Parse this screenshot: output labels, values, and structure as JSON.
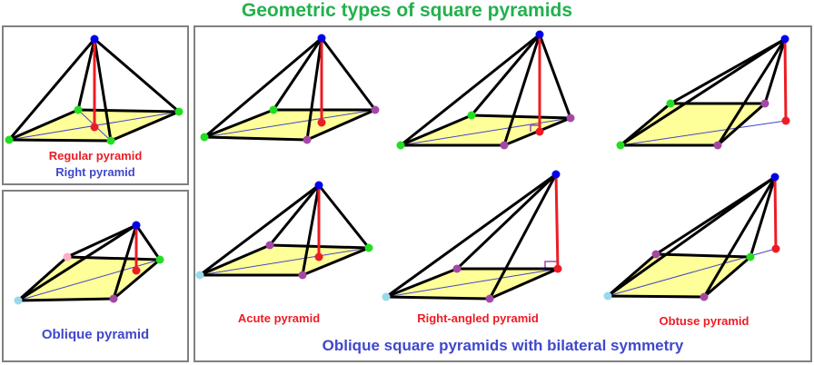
{
  "title": "Geometric types of square pyramids",
  "labels": {
    "regular": "Regular pyramid",
    "right": "Right pyramid",
    "oblique": "Oblique pyramid",
    "acute": "Acute pyramid",
    "right_angled": "Right-angled pyramid",
    "obtuse": "Obtuse pyramid",
    "bilateral": "Oblique square pyramids with bilateral symmetry"
  },
  "colors": {
    "title": "#22b14c",
    "red_label": "#ed1c24",
    "blue_label": "#3f48cc",
    "base_fill": "#ffff99",
    "edge": "#000000",
    "altitude": "#ed1c24",
    "apex": "#0000ee",
    "foot": "#ed1c24",
    "vertex_green": "#22dd22",
    "vertex_purple": "#a349a4",
    "vertex_lightblue": "#99d9ea",
    "vertex_pink": "#ffaec9",
    "hidden_line": "#4444cc"
  },
  "pyramids": [
    {
      "id": "regular",
      "base_colors": [
        "green",
        "green",
        "green",
        "green"
      ]
    },
    {
      "id": "oblique",
      "base_colors": [
        "lightblue",
        "pink",
        "green",
        "purple"
      ]
    },
    {
      "id": "bilateral-top-1",
      "base_colors": [
        "green",
        "green",
        "purple",
        "purple"
      ]
    },
    {
      "id": "bilateral-top-2",
      "base_colors": [
        "green",
        "green",
        "purple",
        "purple"
      ]
    },
    {
      "id": "bilateral-top-3",
      "base_colors": [
        "green",
        "green",
        "purple",
        "purple"
      ]
    },
    {
      "id": "acute",
      "base_colors": [
        "lightblue",
        "purple",
        "green",
        "purple"
      ]
    },
    {
      "id": "right-angled",
      "base_colors": [
        "lightblue",
        "purple",
        "red",
        "purple"
      ]
    },
    {
      "id": "obtuse",
      "base_colors": [
        "lightblue",
        "purple",
        "green",
        "purple"
      ]
    }
  ]
}
